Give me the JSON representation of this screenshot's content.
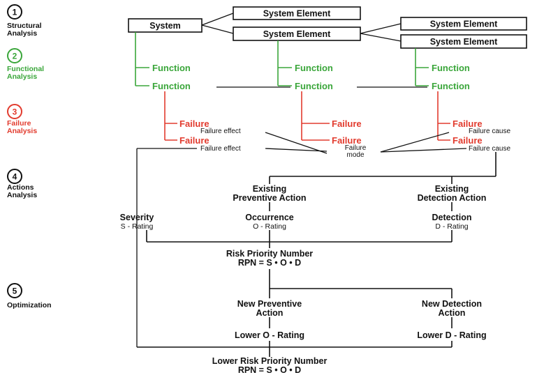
{
  "colors": {
    "black": "#111111",
    "green": "#3aa63a",
    "red": "#e23b2e"
  },
  "steps": [
    {
      "number": "1",
      "title_line1": "Structural",
      "title_line2": "Analysis",
      "color": "#111111"
    },
    {
      "number": "2",
      "title_line1": "Functional",
      "title_line2": "Analysis",
      "color": "#3aa63a"
    },
    {
      "number": "3",
      "title_line1": "Failure",
      "title_line2": "Analysis",
      "color": "#e23b2e"
    },
    {
      "number": "4",
      "title_line1": "Actions",
      "title_line2": "Analysis",
      "color": "#111111"
    },
    {
      "number": "5",
      "title_line1": "Optimization",
      "title_line2": "",
      "color": "#111111"
    }
  ],
  "structure": {
    "system": "System",
    "elements": [
      "System Element",
      "System Element",
      "System Element",
      "System Element"
    ]
  },
  "functions": [
    "Function",
    "Function",
    "Function",
    "Function",
    "Function",
    "Function"
  ],
  "failures": [
    "Failure",
    "Failure",
    "Failure",
    "Failure",
    "Failure",
    "Failure"
  ],
  "failure_notes": {
    "effect_1": "Failure effect",
    "effect_2": "Failure effect",
    "mode_line1": "Failure",
    "mode_line2": "mode",
    "cause_1": "Failure cause",
    "cause_2": "Failure cause"
  },
  "actions": {
    "existing_preventive_line1": "Existing",
    "existing_preventive_line2": "Preventive Action",
    "existing_detection_line1": "Existing",
    "existing_detection_line2": "Detection Action",
    "severity": "Severity",
    "severity_rating": "S - Rating",
    "occurrence": "Occurrence",
    "occurrence_rating": "O - Rating",
    "detection": "Detection",
    "detection_rating": "D - Rating",
    "rpn_line1": "Risk Priority Number",
    "rpn_line2": "RPN = S • O • D"
  },
  "optimization": {
    "new_preventive_line1": "New Preventive",
    "new_preventive_line2": "Action",
    "new_detection_line1": "New Detection",
    "new_detection_line2": "Action",
    "lower_o": "Lower O - Rating",
    "lower_d": "Lower D - Rating",
    "lower_rpn_line1": "Lower Risk Priority Number",
    "lower_rpn_line2": "RPN = S • O • D"
  }
}
